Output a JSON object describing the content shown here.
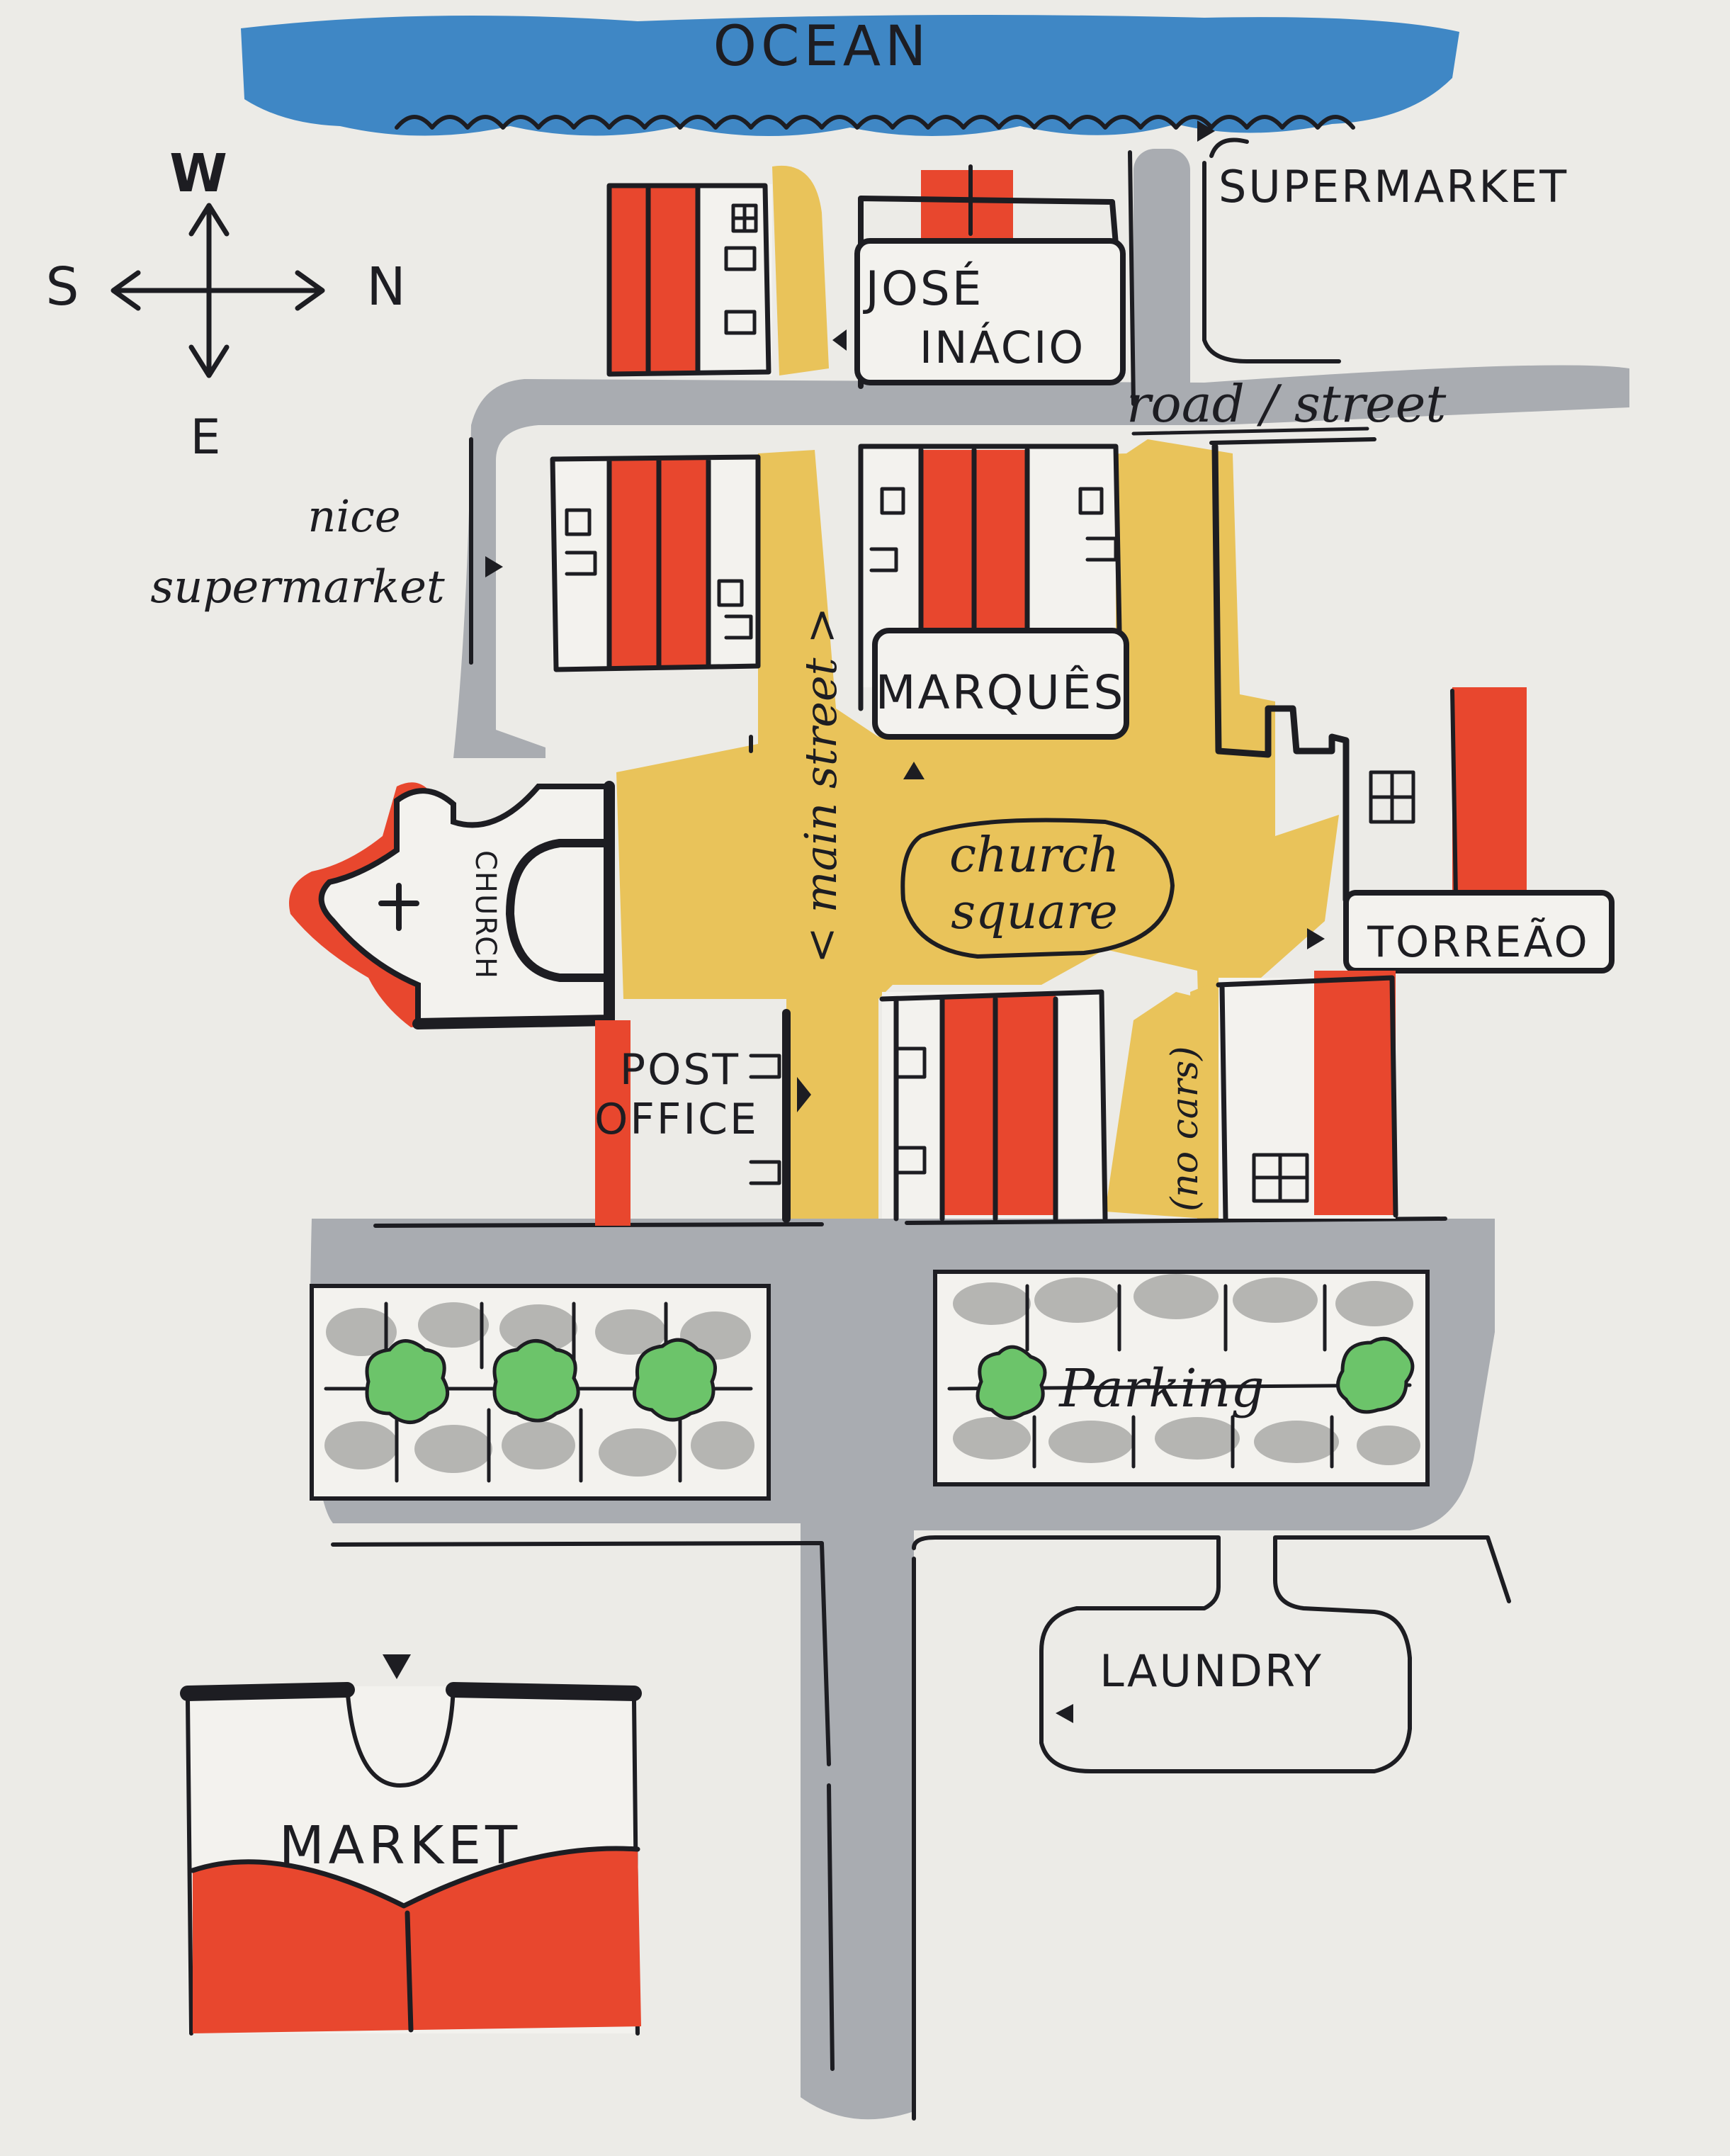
{
  "labels": {
    "ocean": "OCEAN",
    "supermarket": "SUPERMARKET",
    "jose_line1": "JOSÉ",
    "jose_line2": "INÁCIO",
    "road_street": "road / street",
    "nice_line1": "nice",
    "nice_line2": "supermarket",
    "main_street": "< main street >",
    "marques": "MARQUÊS",
    "church": "CHURCH",
    "church_square_line1": "church",
    "church_square_line2": "square",
    "torreao": "TORREÃO",
    "no_cars": "(no cars)",
    "post_line1": "POST",
    "post_line2": "OFFICE",
    "parking": "Parking",
    "laundry": "LAUNDRY",
    "market": "MARKET"
  },
  "compass": {
    "w": "W",
    "s": "S",
    "n": "N",
    "e": "E"
  },
  "colors": {
    "paper": "#ecebe7",
    "ocean": "#3f87c5",
    "road": "#a9acb1",
    "square": "#e9c35a",
    "roof": "#e8472e",
    "ink": "#1d1d22",
    "tree": "#6cc46a",
    "parking_mark": "#b5b5b2"
  }
}
